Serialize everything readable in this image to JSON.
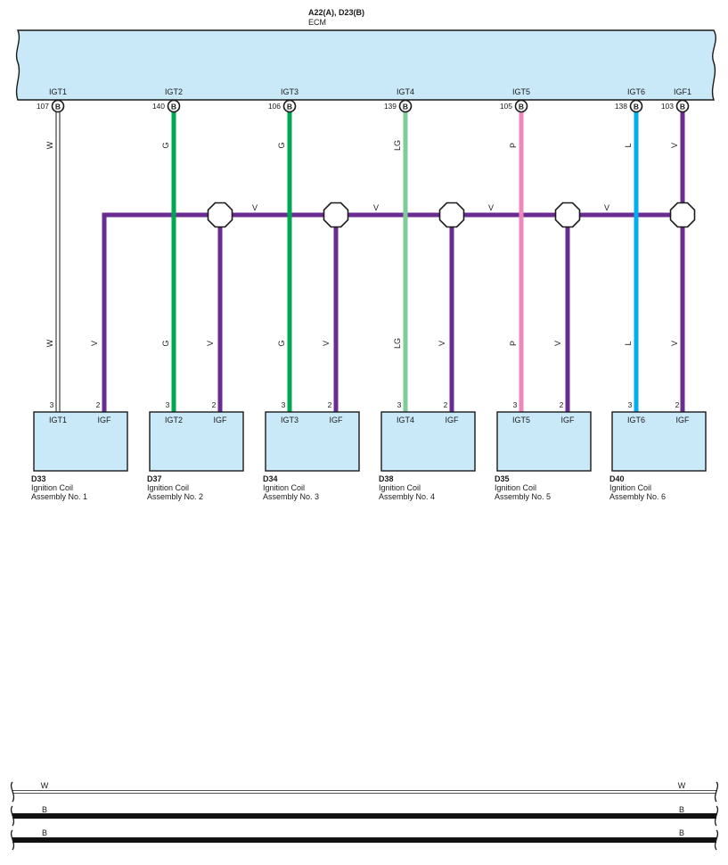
{
  "ecm": {
    "connector_label": "A22(A), D23(B)",
    "name": "ECM",
    "pins": [
      {
        "terminal": "IGT1",
        "pin": "107",
        "connector": "B"
      },
      {
        "terminal": "IGT2",
        "pin": "140",
        "connector": "B"
      },
      {
        "terminal": "IGT3",
        "pin": "106",
        "connector": "B"
      },
      {
        "terminal": "IGT4",
        "pin": "139",
        "connector": "B"
      },
      {
        "terminal": "IGT5",
        "pin": "105",
        "connector": "B"
      },
      {
        "terminal": "IGT6",
        "pin": "138",
        "connector": "B"
      },
      {
        "terminal": "IGF1",
        "pin": "103",
        "connector": "B"
      }
    ]
  },
  "signal_wires": [
    {
      "color_code": "W",
      "color": "#ffffff"
    },
    {
      "color_code": "G",
      "color": "#00a650"
    },
    {
      "color_code": "G",
      "color": "#00a650"
    },
    {
      "color_code": "LG",
      "color": "#7fcc9a"
    },
    {
      "color_code": "P",
      "color": "#ee88bb"
    },
    {
      "color_code": "L",
      "color": "#00aeef"
    }
  ],
  "igf_bus": {
    "color_code": "V",
    "color": "#6a2c91"
  },
  "coils": [
    {
      "id": "D33",
      "line1": "Ignition Coil",
      "line2": "Assembly No.  1",
      "igt_label": "IGT1",
      "igf_label": "IGF",
      "igt_pin": "3",
      "igf_pin": "2"
    },
    {
      "id": "D37",
      "line1": "Ignition Coil",
      "line2": "Assembly No.  2",
      "igt_label": "IGT2",
      "igf_label": "IGF",
      "igt_pin": "3",
      "igf_pin": "2"
    },
    {
      "id": "D34",
      "line1": "Ignition Coil",
      "line2": "Assembly No.  3",
      "igt_label": "IGT3",
      "igf_label": "IGF",
      "igt_pin": "3",
      "igf_pin": "2"
    },
    {
      "id": "D38",
      "line1": "Ignition Coil",
      "line2": "Assembly No.  4",
      "igt_label": "IGT4",
      "igf_label": "IGF",
      "igt_pin": "3",
      "igf_pin": "2"
    },
    {
      "id": "D35",
      "line1": "Ignition Coil",
      "line2": "Assembly No.  5",
      "igt_label": "IGT5",
      "igf_label": "IGF",
      "igt_pin": "3",
      "igf_pin": "2"
    },
    {
      "id": "D40",
      "line1": "Ignition Coil",
      "line2": "Assembly No.  6",
      "igt_label": "IGT6",
      "igf_label": "IGF",
      "igt_pin": "3",
      "igf_pin": "2"
    }
  ],
  "bottom_wires": [
    {
      "color_code": "W",
      "color": "#ffffff"
    },
    {
      "color_code": "B",
      "color": "#111111"
    },
    {
      "color_code": "B",
      "color": "#111111"
    }
  ],
  "colors": {
    "ecm_fill": "#c9e9f9",
    "coil_fill": "#c9e9f9",
    "outline": "#1a1a1a"
  }
}
